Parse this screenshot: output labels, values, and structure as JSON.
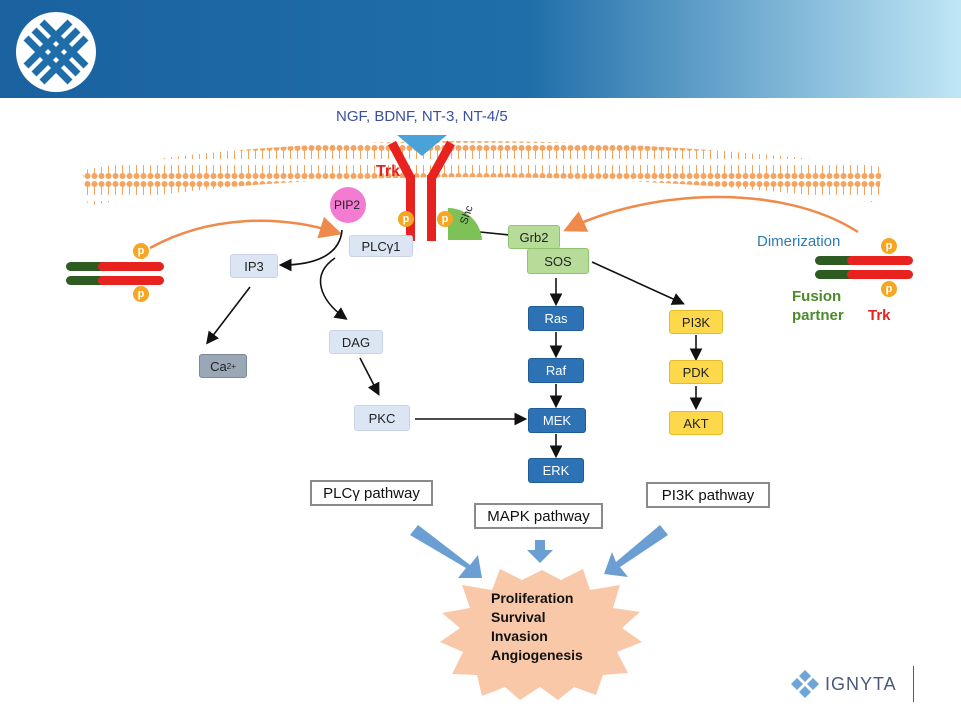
{
  "ligands": "NGF, BDNF, NT-3, NT-4/5",
  "receptor": "Trk",
  "adaptors": {
    "pip2": "PIP2",
    "shc": "Shc",
    "plc": "PLCγ1",
    "grb2": "Grb2",
    "sos": "SOS",
    "phospho": "p"
  },
  "plc_branch": {
    "ip3": "IP3",
    "ca": "Ca",
    "ca_sup": "2+",
    "dag": "DAG",
    "pkc": "PKC"
  },
  "mapk_branch": {
    "ras": "Ras",
    "raf": "Raf",
    "mek": "MEK",
    "erk": "ERK"
  },
  "pi3k_branch": {
    "pi3k": "PI3K",
    "pdk": "PDK",
    "akt": "AKT"
  },
  "pathways": {
    "plc": "PLCγ pathway",
    "mapk": "MAPK pathway",
    "pi3k": "PI3K pathway"
  },
  "outcomes": [
    "Proliferation",
    "Survival",
    "Invasion",
    "Angiogenesis"
  ],
  "fusion": {
    "dimerization": "Dimerization",
    "partner_line1": "Fusion",
    "partner_line2": "partner",
    "trk": "Trk"
  },
  "logo": {
    "name": "IGNYTA"
  },
  "colors": {
    "header_dark": "#1f6ea9",
    "header_light": "#bfe6f5",
    "receptor": "#e8231f",
    "pathway_arrow": "#6b9fd4",
    "burst": "#f8c8a8",
    "membrane": "#f4a460",
    "curve_arrow": "#ef8a4a"
  }
}
